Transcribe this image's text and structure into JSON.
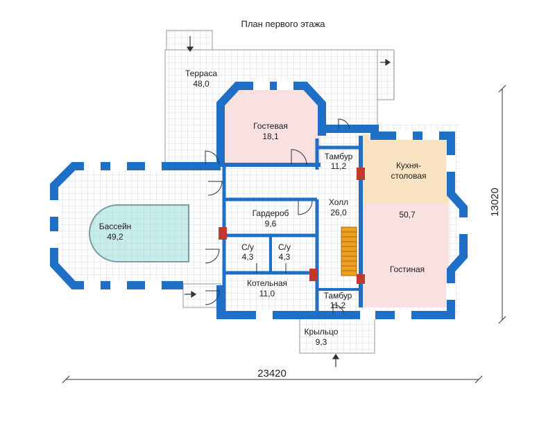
{
  "title": "План первого этажа",
  "dimensions": {
    "width": "23420",
    "depth": "13020"
  },
  "colors": {
    "wall": "#1f6fc6",
    "tile_grid": "#c9d3dc",
    "pool": "#c8ece9",
    "pink_room": "#f9e1e1",
    "kitchen": "#f9e3c2",
    "stairs": "#f0a020",
    "chimney": "#c0392b"
  },
  "rooms": {
    "terrace": {
      "name": "Терраса",
      "area": "48,0"
    },
    "guest": {
      "name": "Гостевая",
      "area": "18,1"
    },
    "vestibule_top": {
      "name": "Тамбур",
      "area": "11,2"
    },
    "kitchen": {
      "name_line1": "Кухня-",
      "name_line2": "столовая"
    },
    "pool": {
      "name": "Бассейн",
      "area": "49,2"
    },
    "hall": {
      "name": "Холл",
      "area": "26,0"
    },
    "wardrobe": {
      "name": "Гардероб",
      "area": "9,6"
    },
    "living_area": "50,7",
    "wc1": {
      "name": "С/у",
      "area": "4,3"
    },
    "wc2": {
      "name": "С/у",
      "area": "4,3"
    },
    "living": {
      "name": "Гостиная"
    },
    "boiler": {
      "name": "Котельная",
      "area": "11,0"
    },
    "vestibule_bottom": {
      "name": "Тамбур",
      "area": "11,2"
    },
    "porch": {
      "name": "Крыльцо",
      "area": "9,3"
    }
  }
}
